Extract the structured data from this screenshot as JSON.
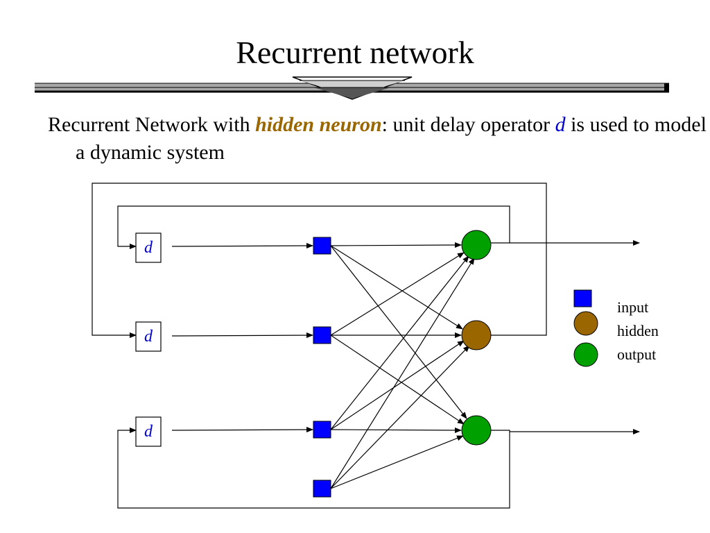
{
  "title": "Recurrent network",
  "body": {
    "text_before": "Recurrent Network with ",
    "emphasis": "hidden neuron",
    "text_mid": ": unit delay operator ",
    "delay_symbol": "d",
    "text_after": " is used to model a dynamic system"
  },
  "diagram": {
    "delay_label": "d",
    "delay_count": 3,
    "input_count": 4,
    "hidden_count": 1,
    "output_count": 2
  },
  "legend": {
    "items": [
      {
        "label": "input",
        "shape": "square",
        "color": "#0000ff"
      },
      {
        "label": "hidden",
        "shape": "circle",
        "color": "#996600"
      },
      {
        "label": "output",
        "shape": "circle",
        "color": "#00a000"
      }
    ]
  },
  "colors": {
    "emphasis": "#996600",
    "delay_symbol": "#0000cc",
    "input": "#0000ff",
    "hidden": "#996600",
    "output": "#00a000"
  }
}
